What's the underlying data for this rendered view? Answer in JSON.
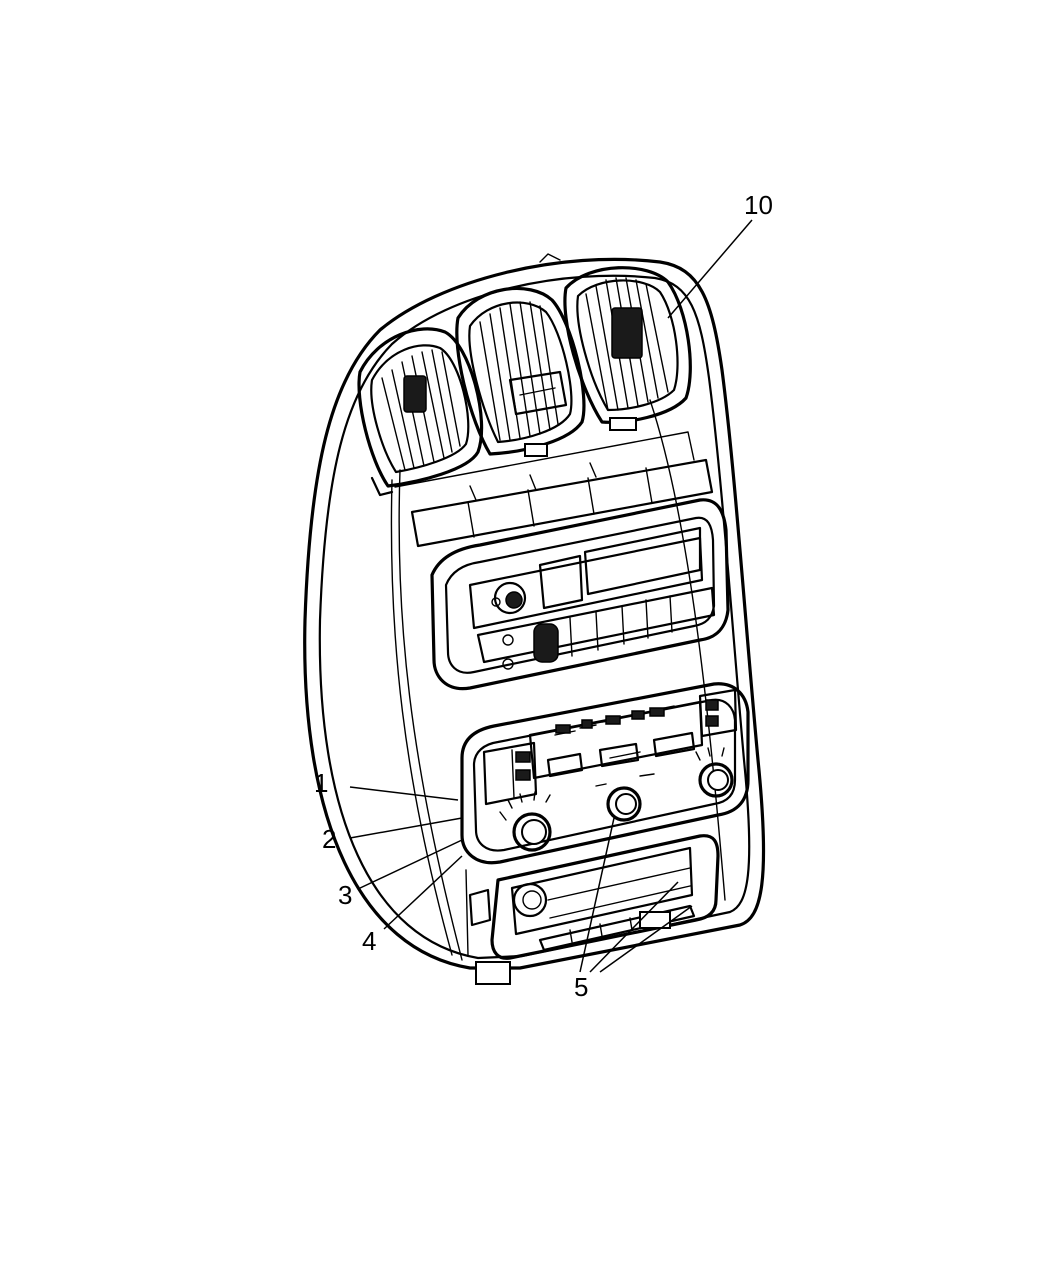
{
  "callouts": [
    {
      "id": "1",
      "label": "1"
    },
    {
      "id": "2",
      "label": "2"
    },
    {
      "id": "3",
      "label": "3"
    },
    {
      "id": "4",
      "label": "4"
    },
    {
      "id": "5",
      "label": "5"
    },
    {
      "id": "10",
      "label": "10"
    }
  ]
}
